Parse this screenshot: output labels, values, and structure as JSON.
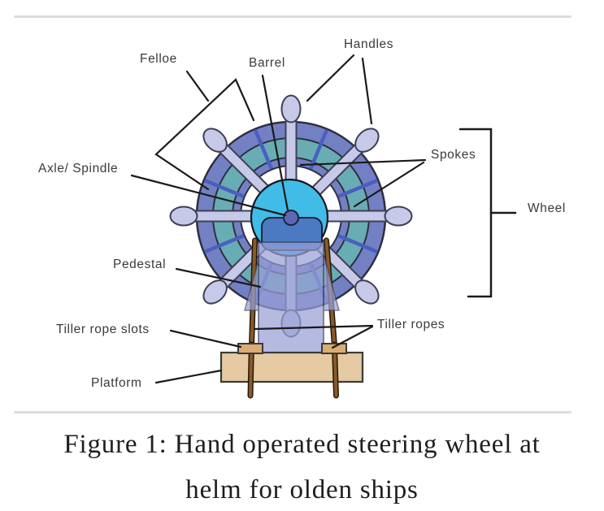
{
  "figure": {
    "caption_line1": "Figure 1: Hand operated steering wheel at",
    "caption_line2": "helm for olden ships"
  },
  "labels": {
    "felloe": "Felloe",
    "barrel": "Barrel",
    "handles": "Handles",
    "spokes": "Spokes",
    "wheel": "Wheel",
    "axle": "Axle/ Spindle",
    "pedestal": "Pedestal",
    "tiller_rope_slots": "Tiller rope slots",
    "platform": "Platform",
    "tiller_ropes": "Tiller ropes"
  },
  "colors": {
    "ring_slate": "#7381c4",
    "ring_teal": "#69adb4",
    "ring_hole": "#ffffff",
    "joint_divider": "#4a5fc0",
    "arm_lavender": "#c6c9e8",
    "hub_cyan": "#41bce6",
    "barrel_blue": "#4b7ac3",
    "axle_blue": "#5b68b4",
    "pedestal_lavender": "#99a0d6",
    "rope_brown": "#8a5a2a",
    "platform_tan": "#e5caa4",
    "slot_tan": "#d9ad74",
    "leader_line": "#1a1a1a"
  }
}
